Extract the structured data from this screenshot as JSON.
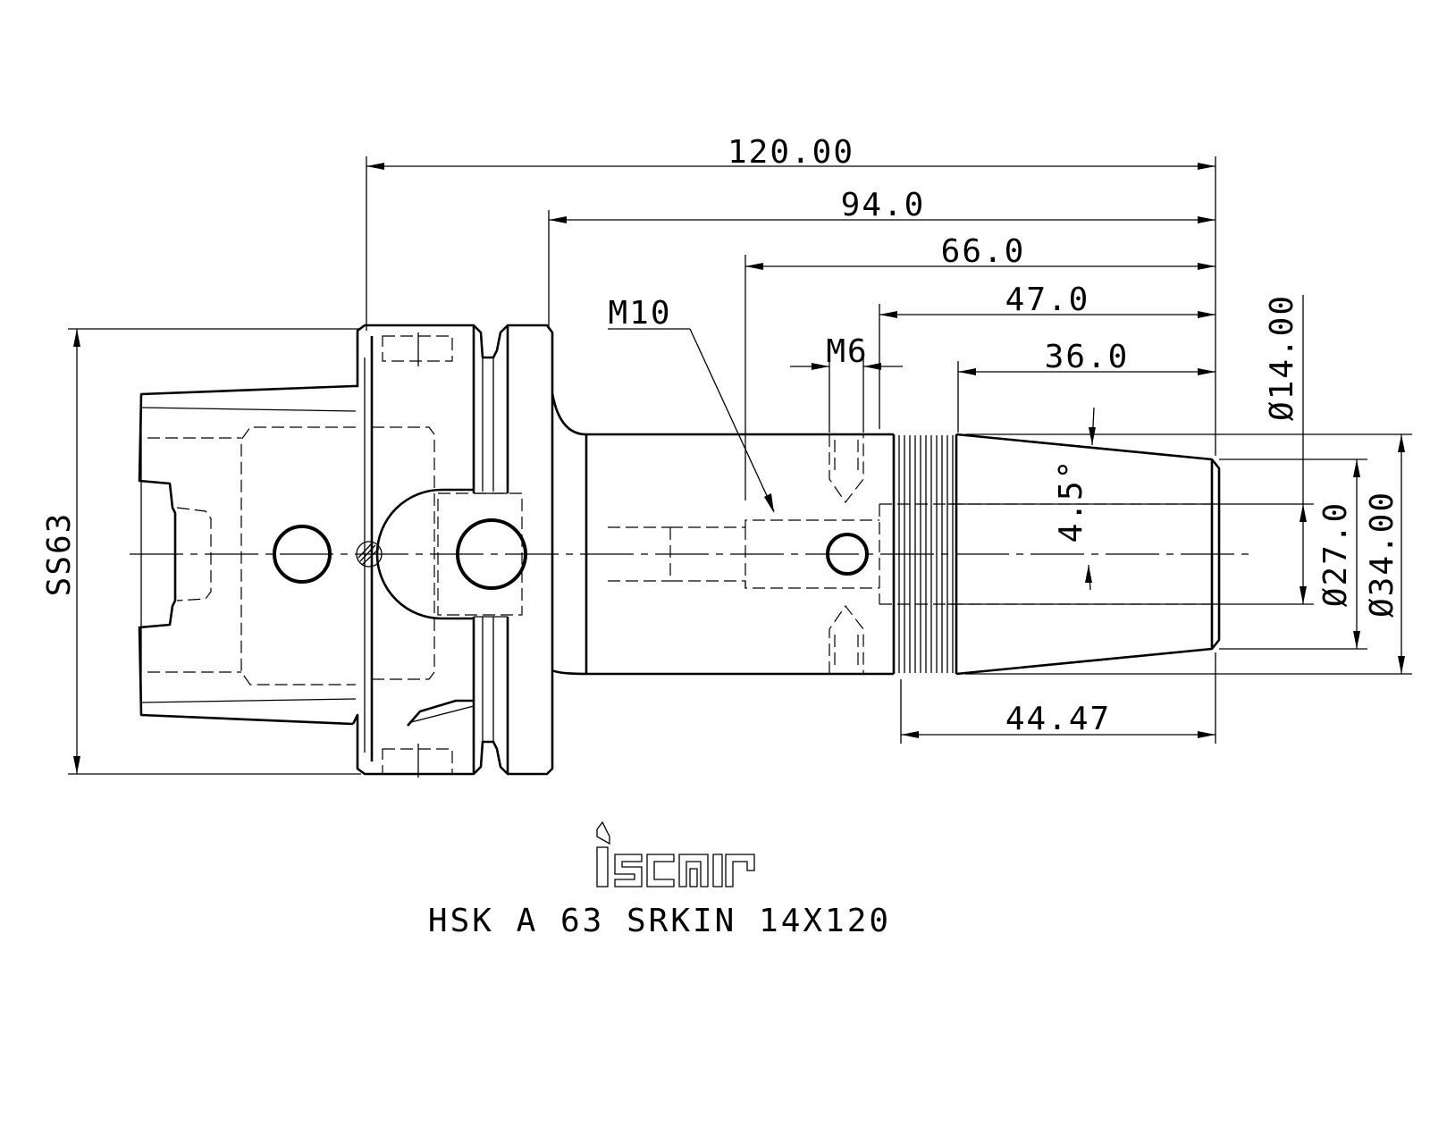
{
  "dimensions": {
    "overall_length": "120.00",
    "length_94": "94.0",
    "length_66": "66.0",
    "length_47": "47.0",
    "length_36": "36.0",
    "thread_m10": "M10",
    "thread_m6": "M6",
    "angle": "4.5°",
    "dia_14": "Ø14.00",
    "dia_27": "Ø27.0",
    "dia_34": "Ø34.00",
    "length_44_47": "44.47",
    "flange_ss63": "SS63"
  },
  "logo": {
    "brand": "iscar"
  },
  "part_number": "HSK A 63 SRKIN 14X120"
}
